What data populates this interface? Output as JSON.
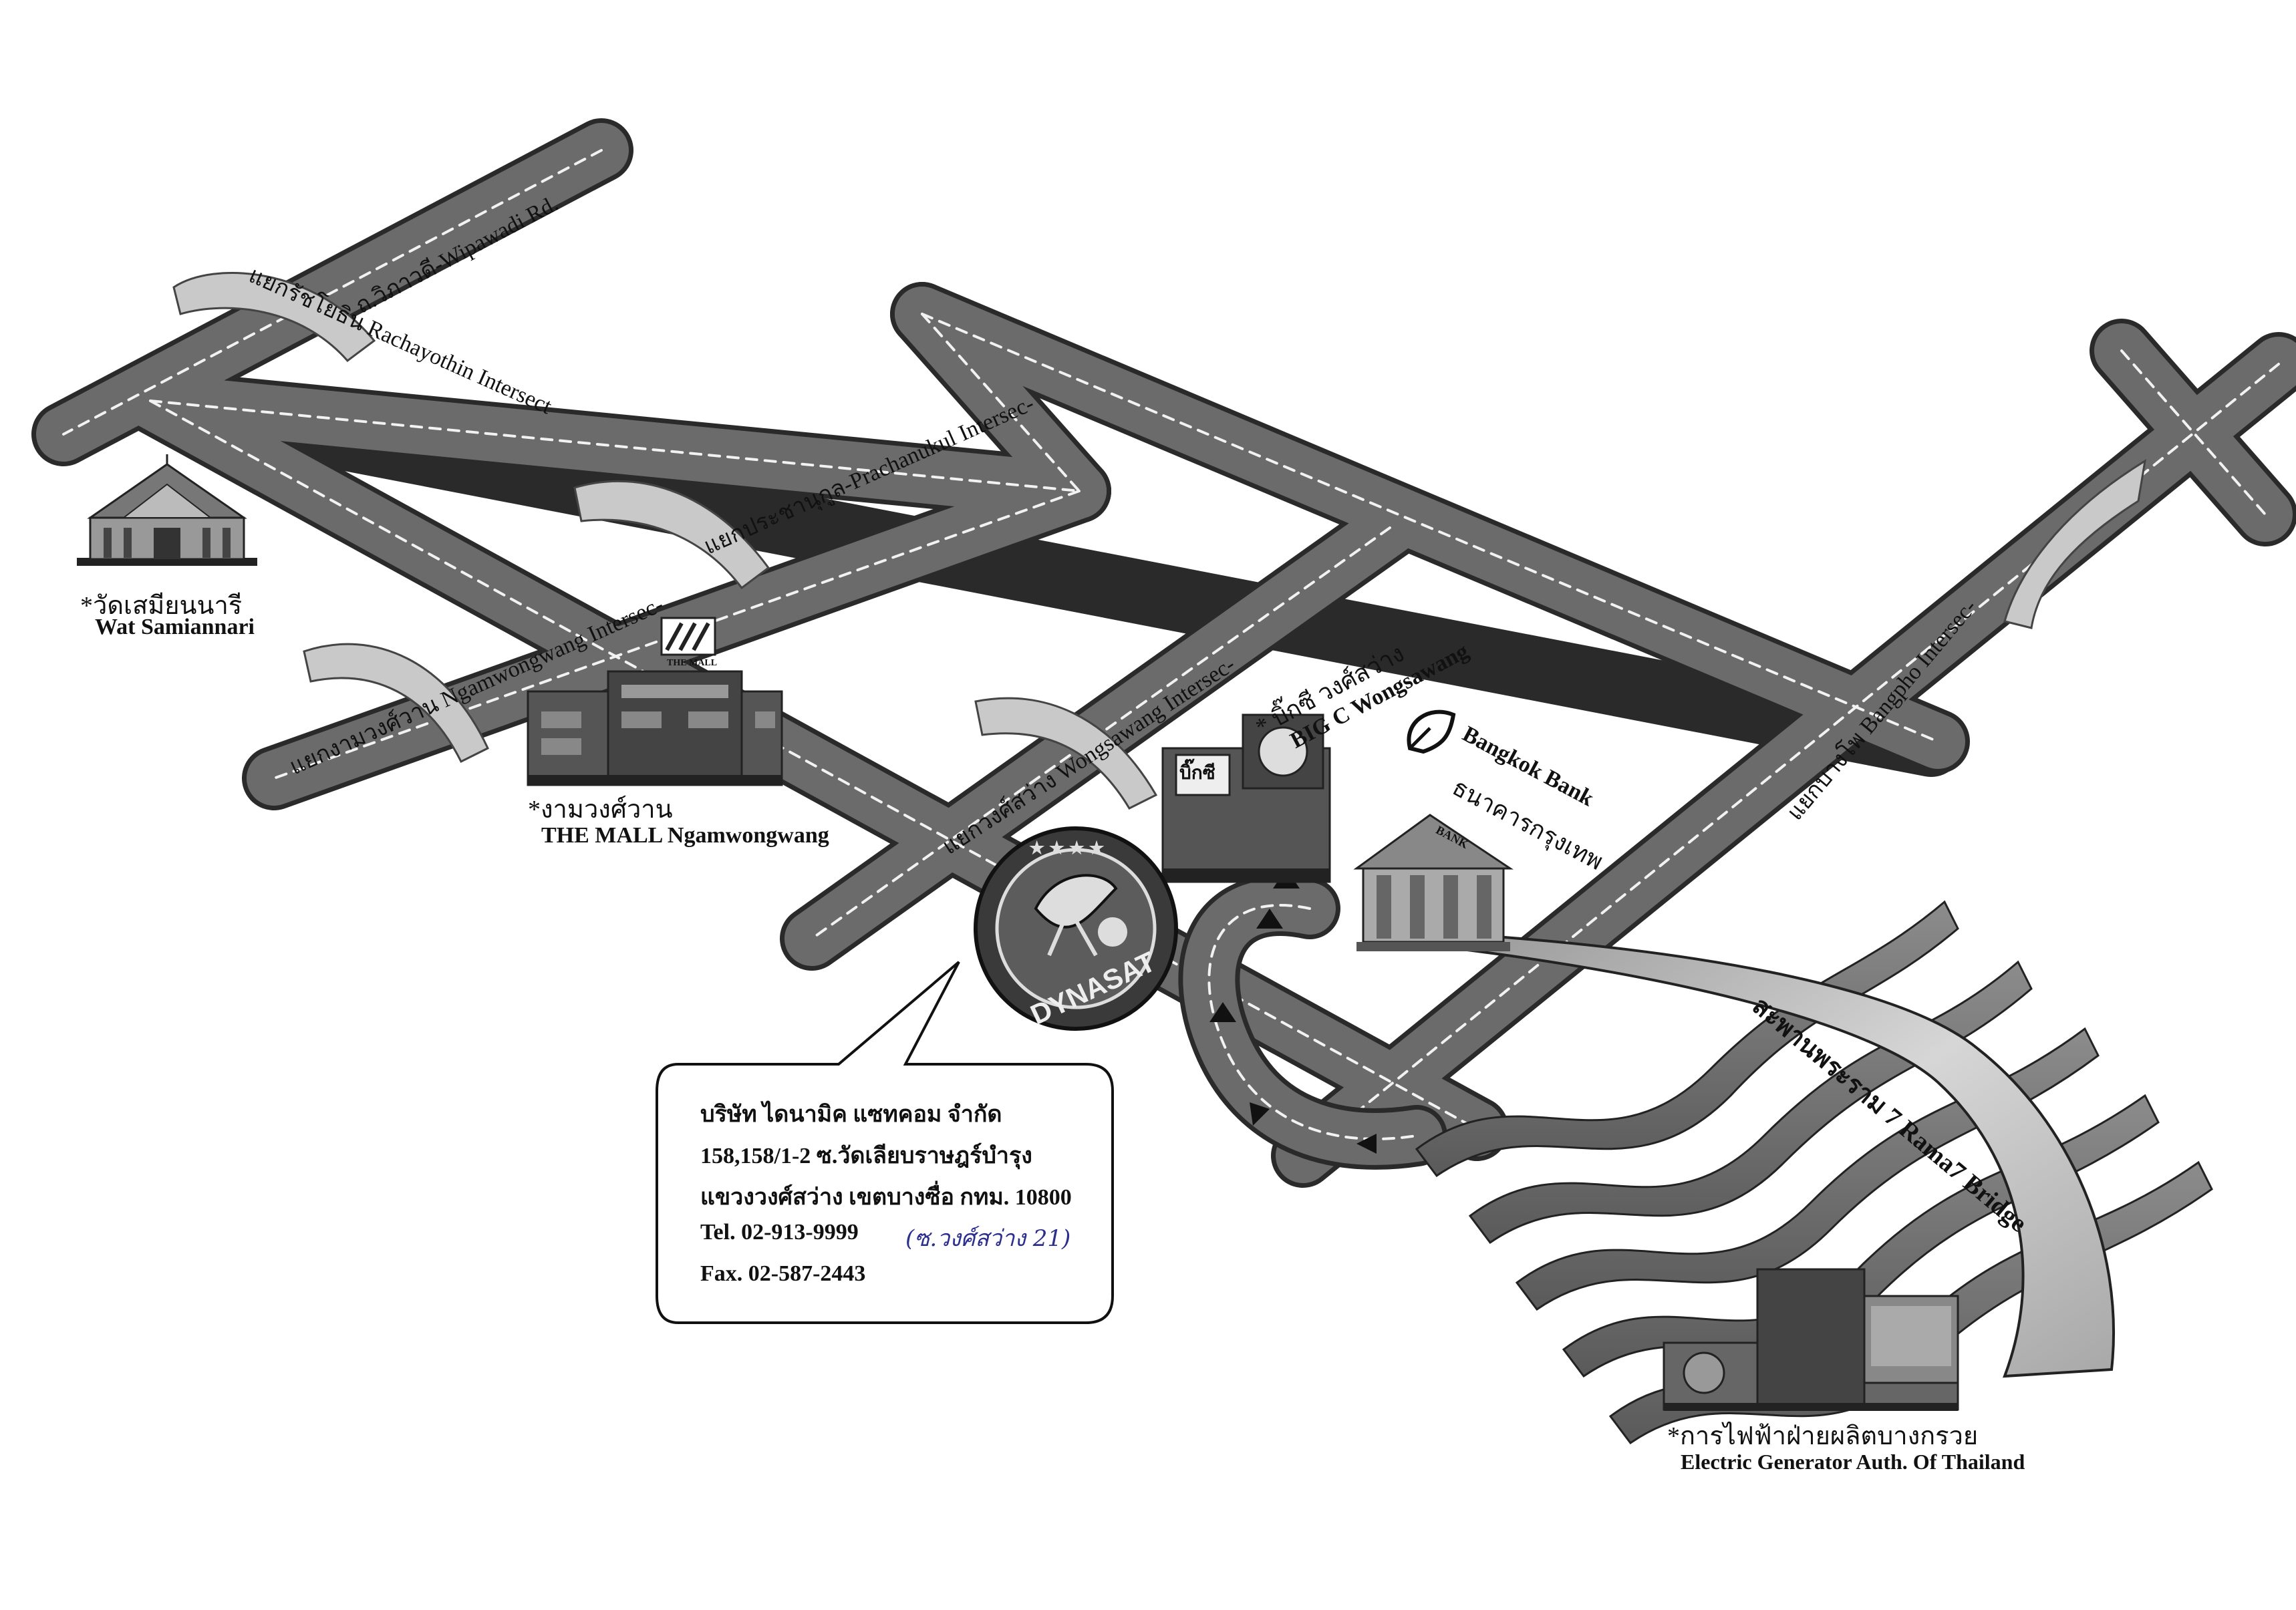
{
  "roads": {
    "wipawadi": "ถ.วิภาวดี-Wipawadi Rd.",
    "rachayothin": "แยกรัชโยธิน Rachayothin Intersect",
    "prachanukul": "แยกประชานุกูล-Prachanukul Intersec-",
    "ngamwongwang": "แยกงามวงศ์วาน Ngamwongwang Intersec-",
    "wongsawang": "แยกวงศ์สว่าง Wongsawang Intersec-",
    "bangpho": "แยกบางโพ Bangpho Intersec-",
    "rama7": "สะพานพระราม 7 Rama7 Bridge"
  },
  "landmarks": {
    "wat_th": "*วัดเสมียนนารี",
    "wat_en": "Wat Samiannari",
    "mall_th": "*งามวงศ์วาน",
    "mall_en": "THE MALL Ngamwongwang",
    "mall_sign": "THE MALL",
    "bigc_th": "* บิ๊กซี วงศ์สว่าง",
    "bigc_en": "BIG C Wongsawang",
    "bigc_sign": "บิ๊กซี",
    "bank_en": "Bangkok Bank",
    "bank_th": "ธนาคารกรุงเทพ",
    "bank_sign": "BANK",
    "egat_th": "*การไฟฟ้าฝ่ายผลิตบางกรวย",
    "egat_en": "Electric Generator Auth. Of Thailand"
  },
  "logo": {
    "name": "DYNASAT",
    "stars": "★ ★ ★ ★"
  },
  "callout": {
    "company": "บริษัท ไดนามิค แซทคอม จำกัด",
    "address1": "158,158/1-2 ซ.วัดเลียบราษฎร์บำรุง",
    "address2": "แขวงวงศ์สว่าง เขตบางซื่อ กทม. 10800",
    "tel": "Tel. 02-913-9999",
    "handwritten": "(ซ.วงศ์สว่าง 21)",
    "fax": "Fax. 02-587-2443"
  },
  "colors": {
    "road": "#6b6b6b",
    "road_edge": "#2a2a2a",
    "center_line": "#f2f2f2",
    "bridge": "#bdbdbd",
    "handwriting": "#2c2f8e"
  }
}
